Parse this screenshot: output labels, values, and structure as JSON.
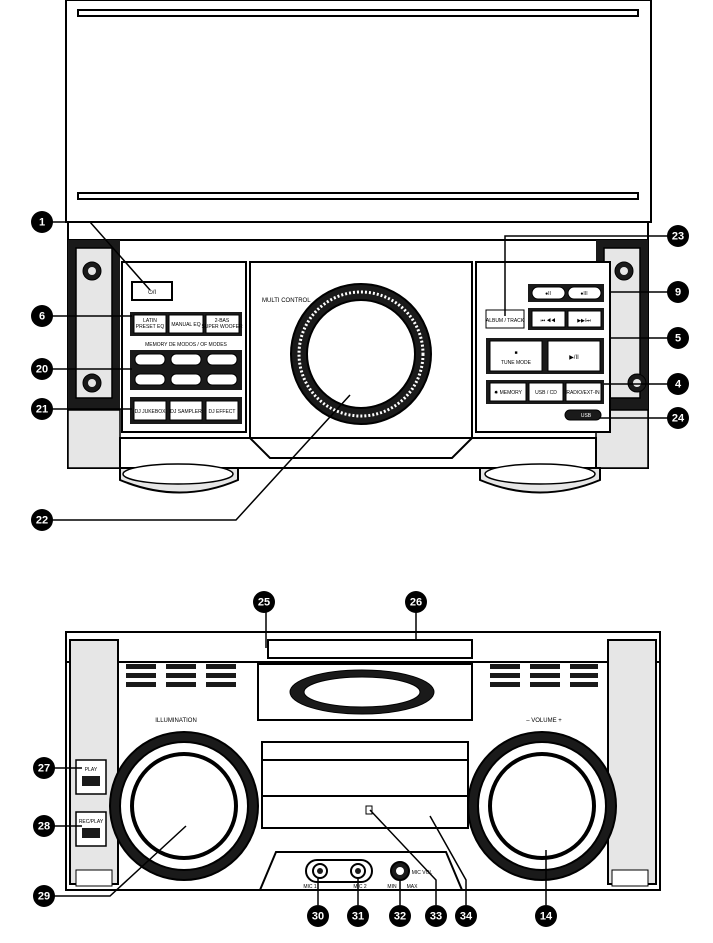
{
  "callouts": [
    "1",
    "6",
    "20",
    "21",
    "22",
    "23",
    "9",
    "5",
    "4",
    "24",
    "25",
    "26",
    "27",
    "28",
    "29",
    "30",
    "31",
    "32",
    "33",
    "34",
    "14"
  ],
  "labels": {
    "multi_control": "MULTI CONTROL",
    "power": "⏻/I",
    "latin_preset_eq": "LATIN\nPRESET EQ",
    "manual_eq": "MANUAL EQ",
    "super_woofer": "2-BAS\nSUPER WOOFER",
    "memory_row_label": "MEMORY DE MODOS / OF MODES",
    "dj_jukebox": "DJ JUKEBOX",
    "dj_sampler": "DJ SAMPLER",
    "dj_effect": "DJ EFFECT",
    "album_track": "ALBUM / TRACK",
    "tune_mode": "TUNE MODE",
    "play_pause": "▶/II",
    "stop": "■",
    "rew": "⏮ ◀◀",
    "ff": "▶▶/⏭",
    "usb_bt_1": "●II",
    "usb_bt_2": "●III",
    "bluetooth": "✸ MEMORY",
    "usb_cd": "USB / CD",
    "radio_ext_in": "RADIO/EXT-IN",
    "usb_small": "USB",
    "illumination": "ILLUMINATION",
    "volume": "– VOLUME +",
    "play": "PLAY",
    "rec_play": "REC/PLAY",
    "mic_1": "MIC 1",
    "mic_2": "MIC 2",
    "min": "MIN",
    "max": "MAX",
    "mic_vol": "MIC VOL"
  },
  "colors": {
    "ink": "#000000",
    "panel_gray": "#e6e6e6",
    "dark": "#1a1a1a",
    "white": "#ffffff"
  }
}
